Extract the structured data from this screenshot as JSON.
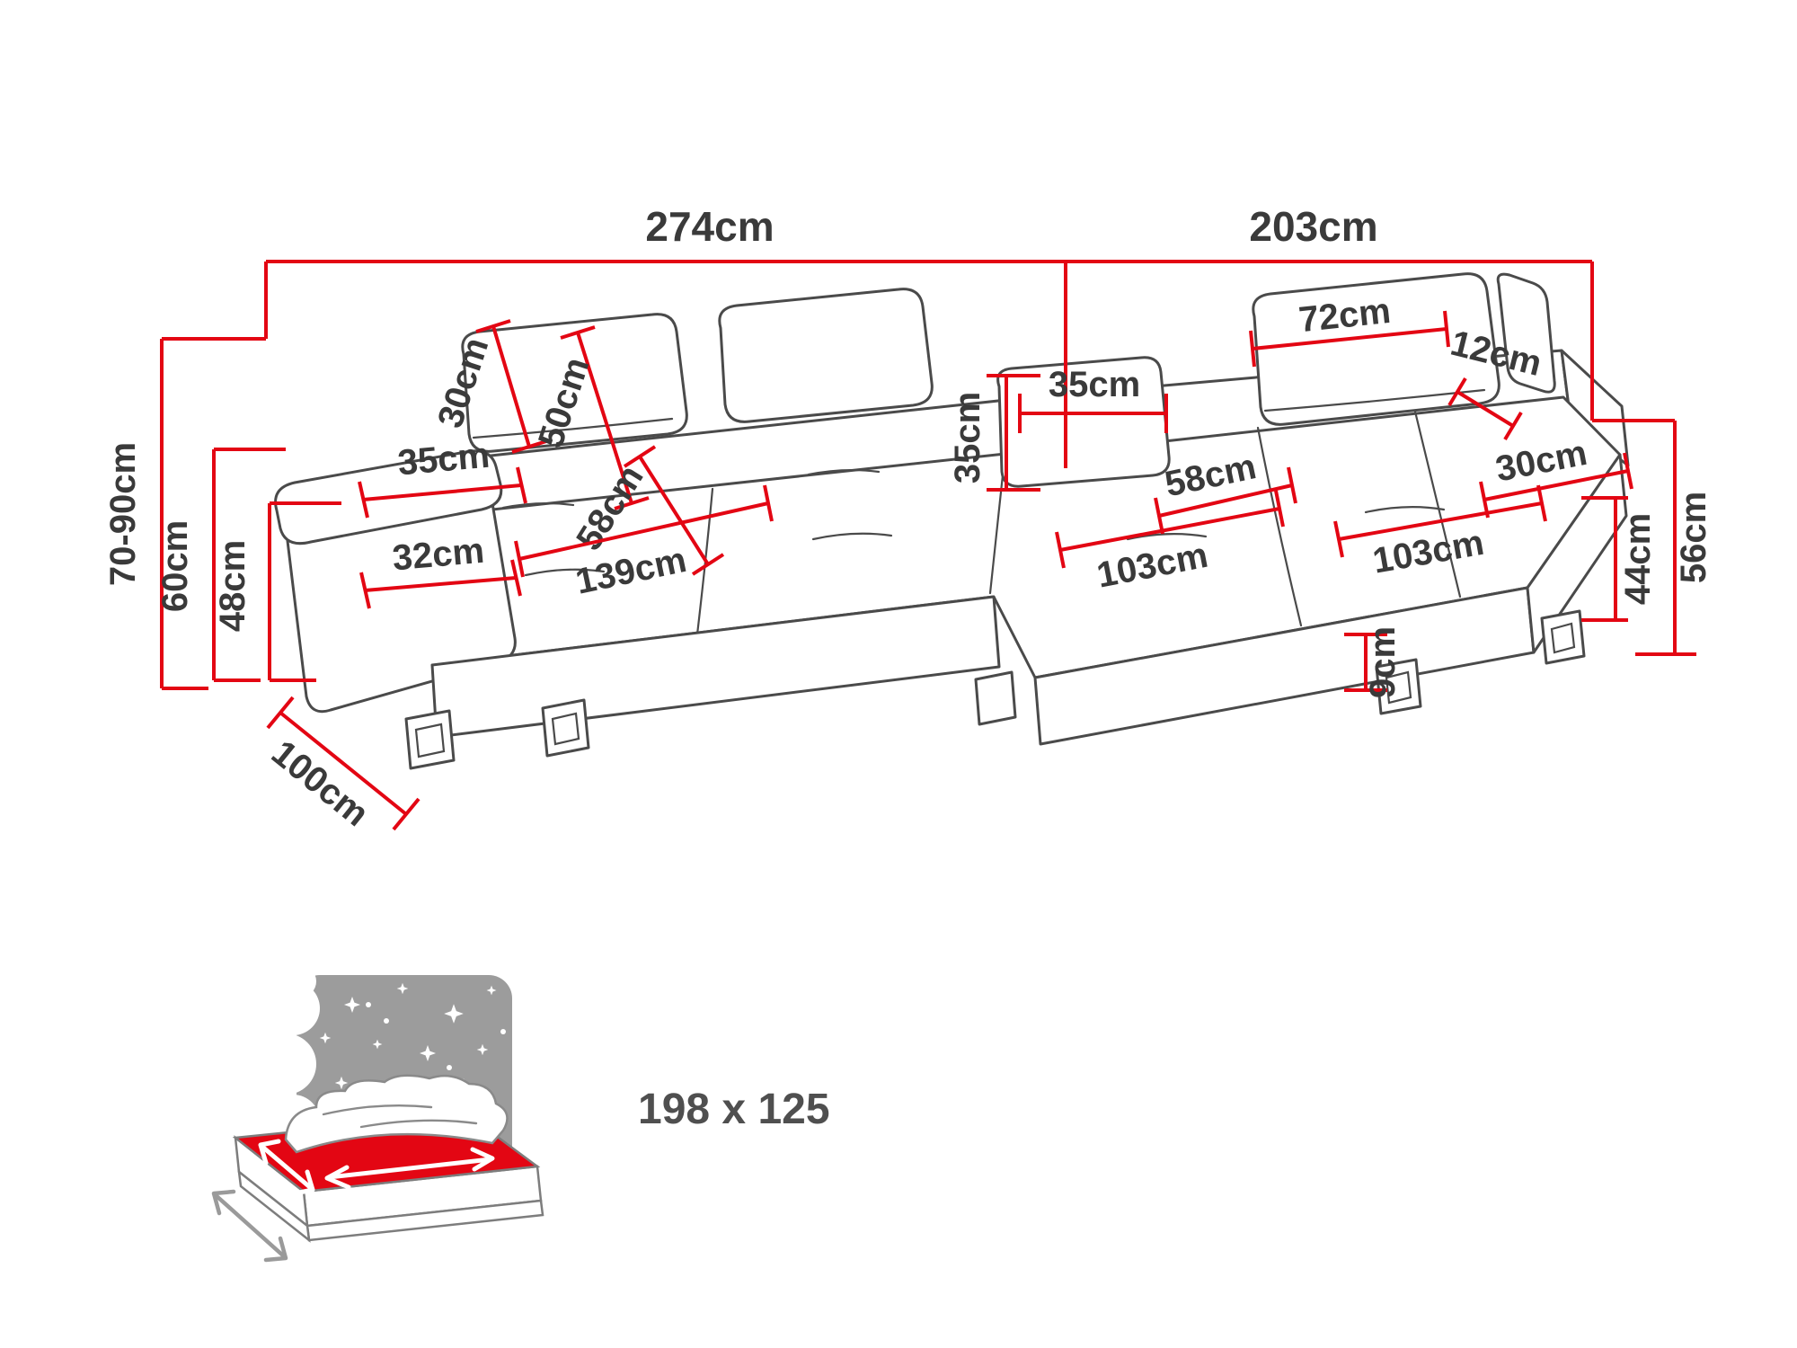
{
  "diagram_type": "corner-sofa-dimension-diagram",
  "colors": {
    "dimension_red": "#e30613",
    "outline_gray": "#4a4a4a",
    "text_dark": "#3a3a3a",
    "headboard_gray": "#9c9c9c",
    "mattress_red": "#e30613"
  },
  "dimensions": {
    "top_left_width": "274cm",
    "top_right_width": "203cm",
    "back_height_range": "70-90cm",
    "armrest_height": "60cm",
    "seat_height": "48cm",
    "armrest_width_top": "35cm",
    "armrest_width_front": "32cm",
    "headrest_height": "30cm",
    "backrest_height": "50cm",
    "seat_depth_left": "58cm",
    "seat_width_left": "139cm",
    "corner_cushion_height": "35cm",
    "corner_cushion_width": "35cm",
    "right_headrest_width": "72cm",
    "right_headrest_depth": "12cm",
    "seat_depth_right": "58cm",
    "chaise_width_front": "103cm",
    "chaise_width_back": "103cm",
    "right_back_depth": "30cm",
    "right_seat_height": "44cm",
    "right_side_height": "56cm",
    "leg_height": "9cm",
    "sofa_depth": "100cm"
  },
  "sleeping_area": {
    "label": "198 x 125"
  }
}
